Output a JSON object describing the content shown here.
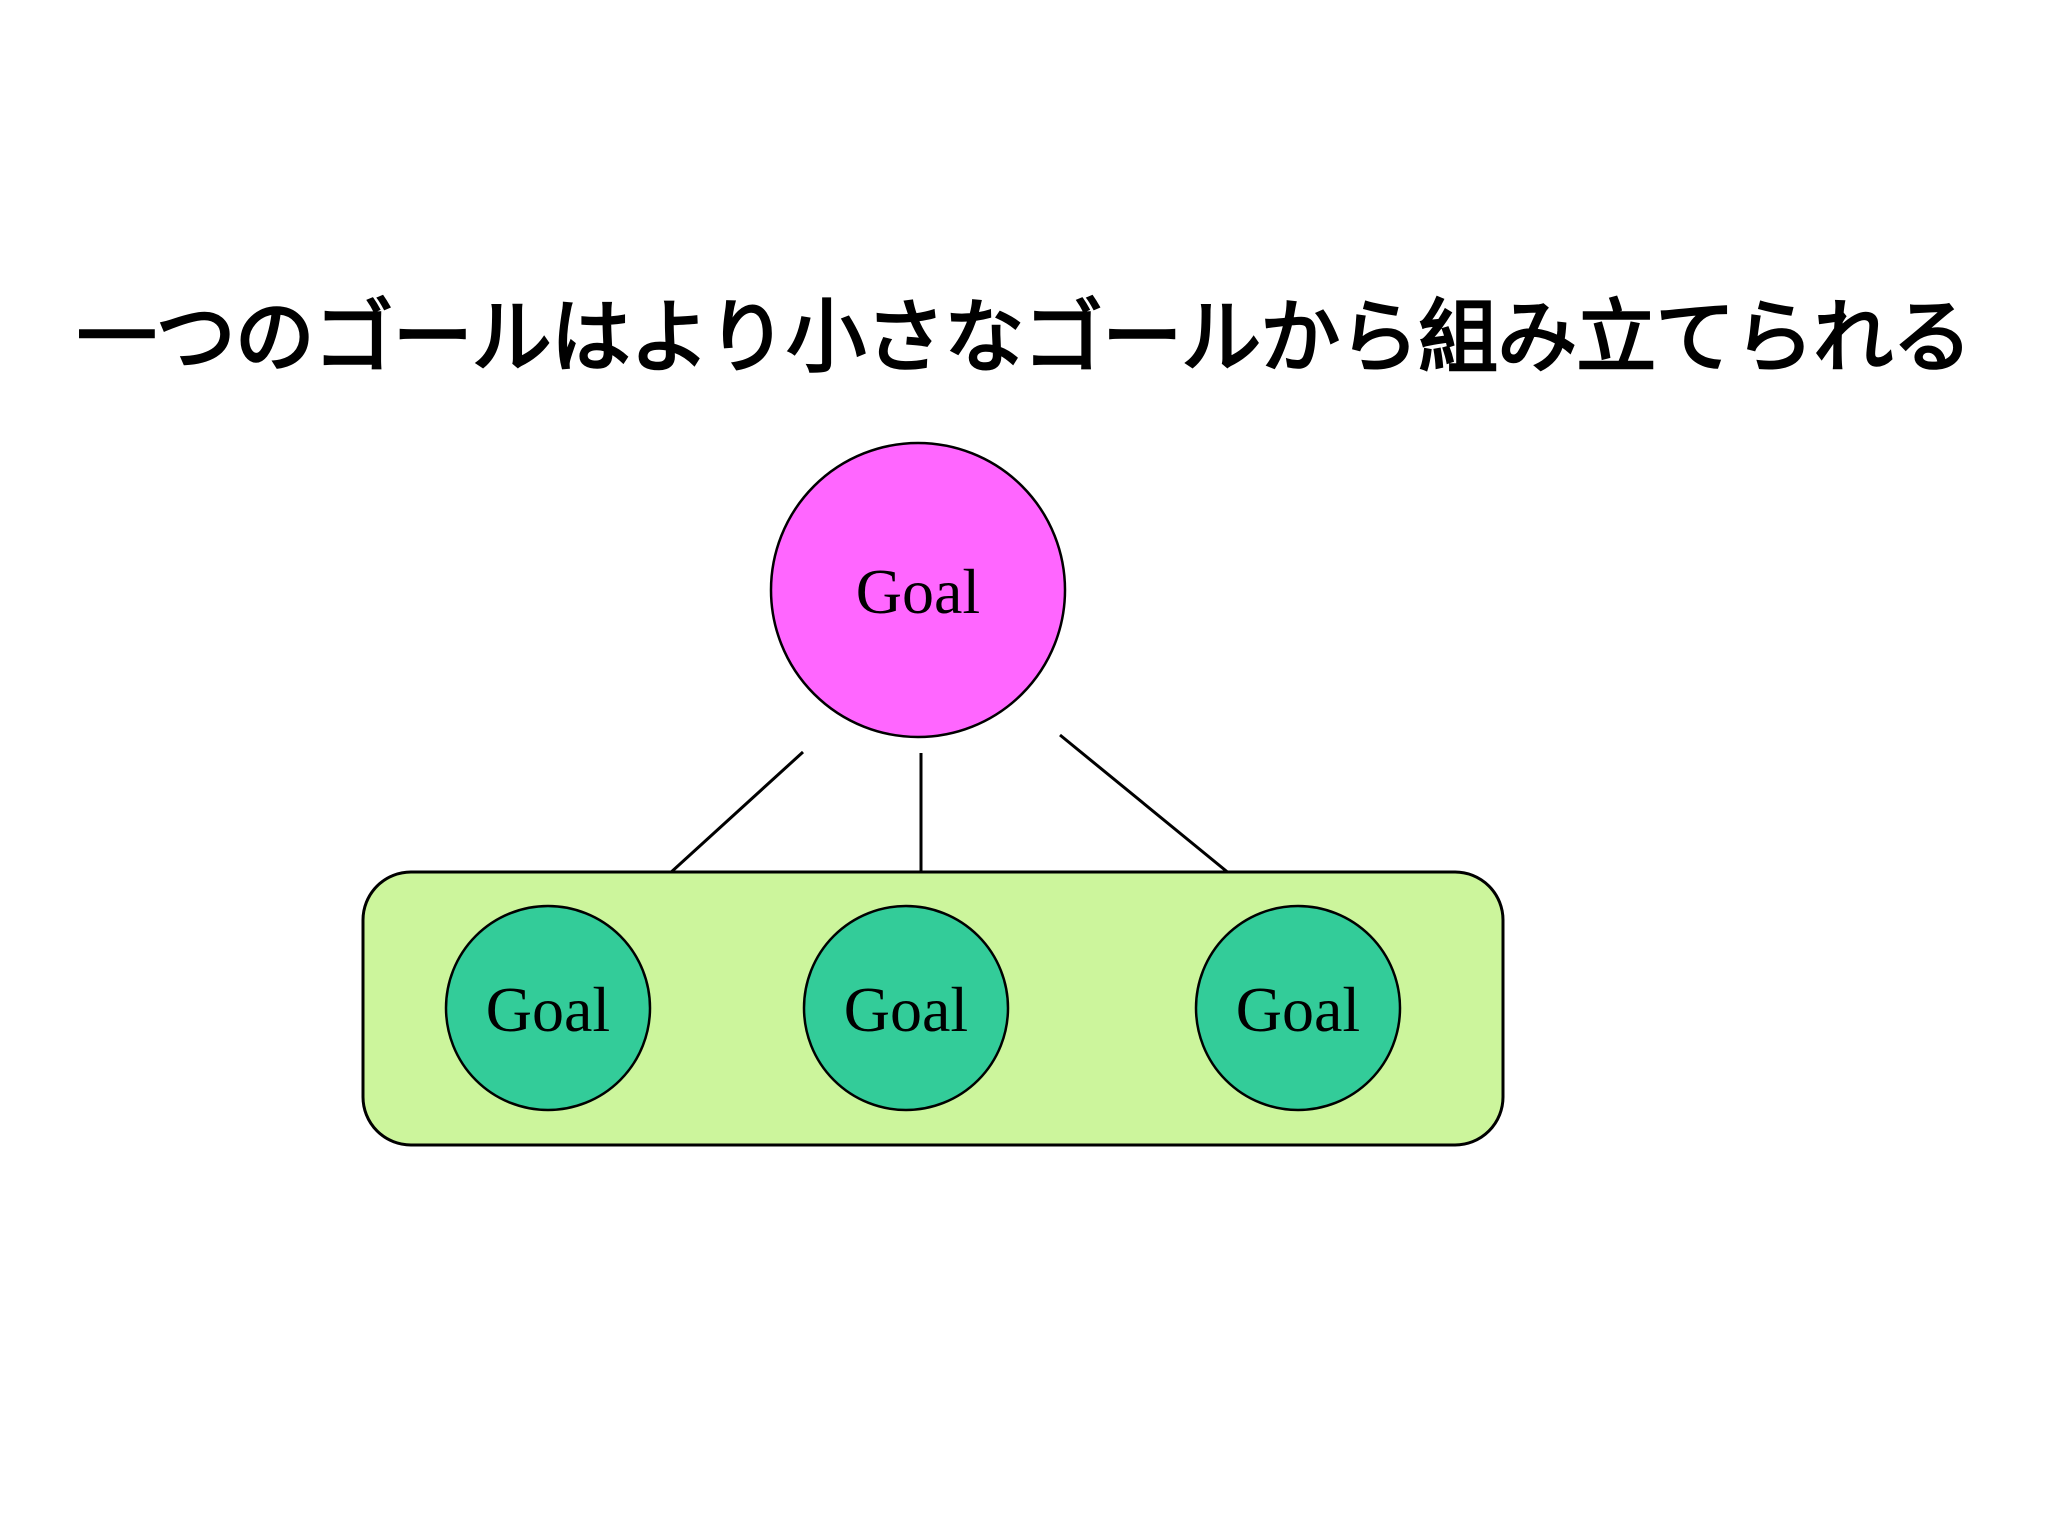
{
  "slide": {
    "title": "一つのゴールはより小さなゴールから組み立てられる"
  },
  "diagram": {
    "root_goal": {
      "label": "Goal"
    },
    "sub_goals": [
      {
        "label": "Goal"
      },
      {
        "label": "Goal"
      },
      {
        "label": "Goal"
      }
    ],
    "connector_count": 3
  },
  "colors": {
    "root_goal_fill": "#FF66FF",
    "sub_goal_fill": "#33CC99",
    "group_box_fill": "#CCF59C",
    "outline": "#000000",
    "connector": "#000000",
    "title_text": "#000000",
    "background": "#FFFFFF"
  }
}
